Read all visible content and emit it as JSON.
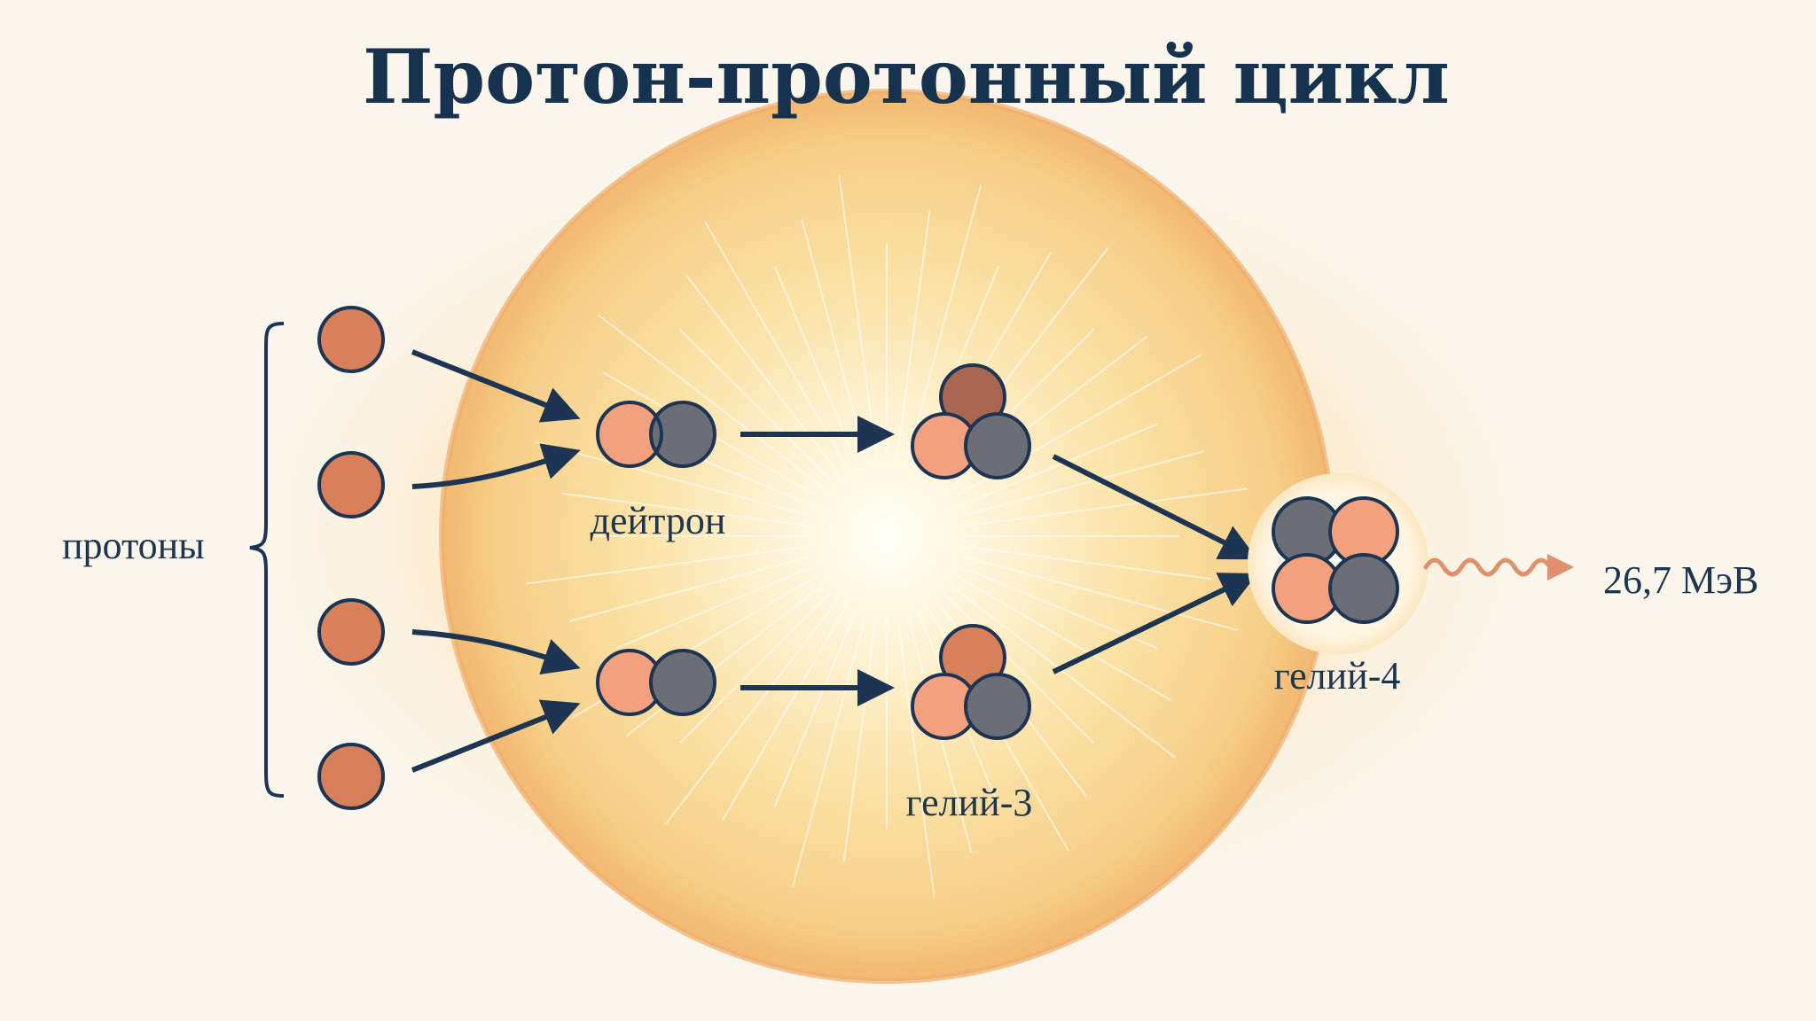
{
  "title": "Протон-протонный цикл",
  "labels": {
    "protons": "протоны",
    "deuteron": "дейтрон",
    "helium3": "гелий-3",
    "helium4": "гелий-4",
    "energy": "26,7 МэВ"
  },
  "colors": {
    "background": "#fbf6ec",
    "proton": "#d9805b",
    "proton_light": "#f2a07e",
    "neutron": "#6b6e76",
    "heavy_proton": "#a86653",
    "outline": "#1d3553",
    "arrow": "#1d3553",
    "wave": "#e0906a",
    "sun_core": "#fffdf6",
    "sun_mid": "#fbe6b0",
    "sun_edge": "#f2c27d",
    "sun_rim": "#f0ae6e"
  },
  "icons": {
    "proton": "proton-circle",
    "deuteron": "deuteron-pair",
    "helium3": "helium3-cluster",
    "helium4": "helium4-cluster",
    "gamma": "wavy-arrow"
  }
}
